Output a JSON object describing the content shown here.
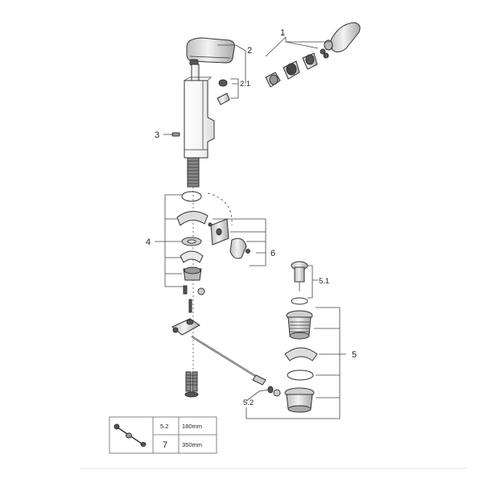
{
  "callouts": {
    "c1": "1",
    "c2": "2",
    "c2_1": "2.1",
    "c3": "3",
    "c4": "4",
    "c5": "5",
    "c5_1": "5.1",
    "c5_2": "5.2",
    "c6": "6"
  },
  "table": {
    "rows": [
      {
        "id": "5.2",
        "length": "180mm"
      },
      {
        "id": "7",
        "length": "350mm"
      }
    ]
  },
  "colors": {
    "stroke": "#333333",
    "metal": "#d9d9d9",
    "dark": "#555555"
  }
}
